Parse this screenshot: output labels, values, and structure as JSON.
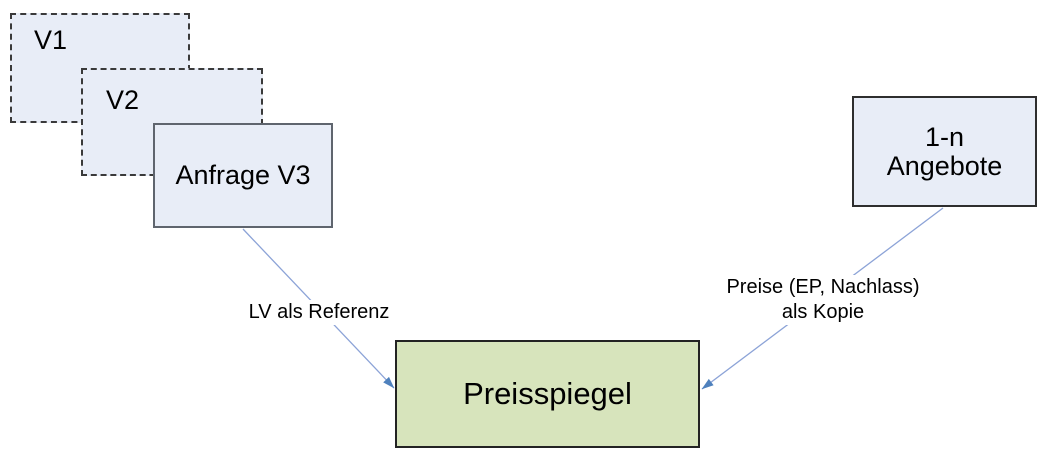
{
  "boxes": {
    "v1": {
      "label": "V1"
    },
    "v2": {
      "label": "V2"
    },
    "anfrage_v3": {
      "label": "Anfrage V3"
    },
    "angebote": {
      "line1": "1-n",
      "line2": "Angebote"
    },
    "preisspiegel": {
      "label": "Preisspiegel"
    }
  },
  "connectors": {
    "lv_referenz": {
      "label": "LV als Referenz"
    },
    "preise_kopie": {
      "line1": "Preise (EP, Nachlass)",
      "line2": "als Kopie"
    }
  },
  "colors": {
    "canvas_bg": "#ffffff",
    "text_color": "#000000",
    "version_box_fill": "#e8edf7",
    "dashed_border": "#3a3a3a",
    "anfrage_border": "#5f656e",
    "offer_border": "#2e2e2e",
    "result_fill": "#d7e4bc",
    "result_border": "#232323",
    "arrow_line": "#8ca3d7",
    "arrow_head": "#4f81bd"
  }
}
